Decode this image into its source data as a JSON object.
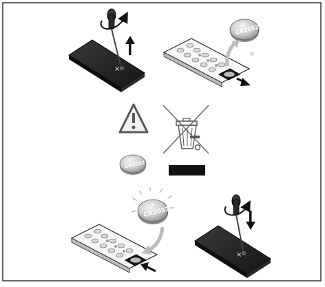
{
  "diagram": {
    "battery_label_top": "CR2032",
    "battery_label_middle": "CR2032",
    "battery_label_bottom": "CR2032",
    "battery_plus": "+",
    "remote_x_mark": "×"
  },
  "colors": {
    "frame": "#333333",
    "remote_dark": "#222222",
    "battery_silver": "#c9c9c9",
    "arrow": "#111111"
  }
}
